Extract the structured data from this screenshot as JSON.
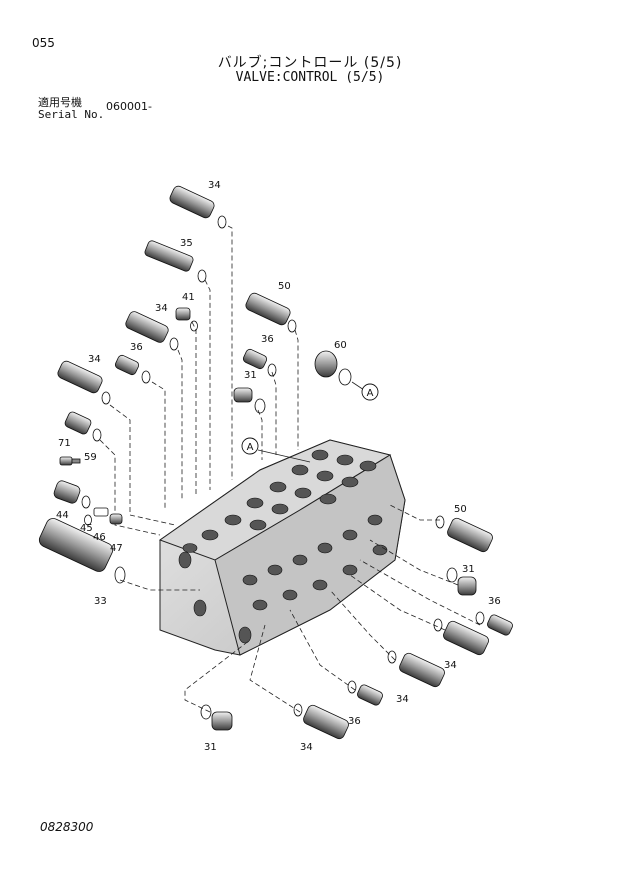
{
  "page_number": "055",
  "title_japanese": "バルブ;コントロール (5/5)",
  "title_english": "VALVE:CONTROL (5/5)",
  "serial_label_japanese": "適用号機",
  "serial_label_english": "Serial No.",
  "serial_value": "060001-",
  "footer_code": "0828300",
  "callout_letter": "A",
  "part_labels": {
    "p34a": "34",
    "p35": "35",
    "p41": "41",
    "p34b": "34",
    "p36a": "36",
    "p34c": "34",
    "p50a": "50",
    "p36b": "36",
    "p31a": "31",
    "p60": "60",
    "p71": "71",
    "p59": "59",
    "p44": "44",
    "p45": "45",
    "p46": "46",
    "p47": "47",
    "p33": "33",
    "p50b": "50",
    "p31b": "31",
    "p36c": "36",
    "p34d": "34",
    "p34e": "34",
    "p36d": "36",
    "p34f": "34",
    "p31c": "31"
  }
}
